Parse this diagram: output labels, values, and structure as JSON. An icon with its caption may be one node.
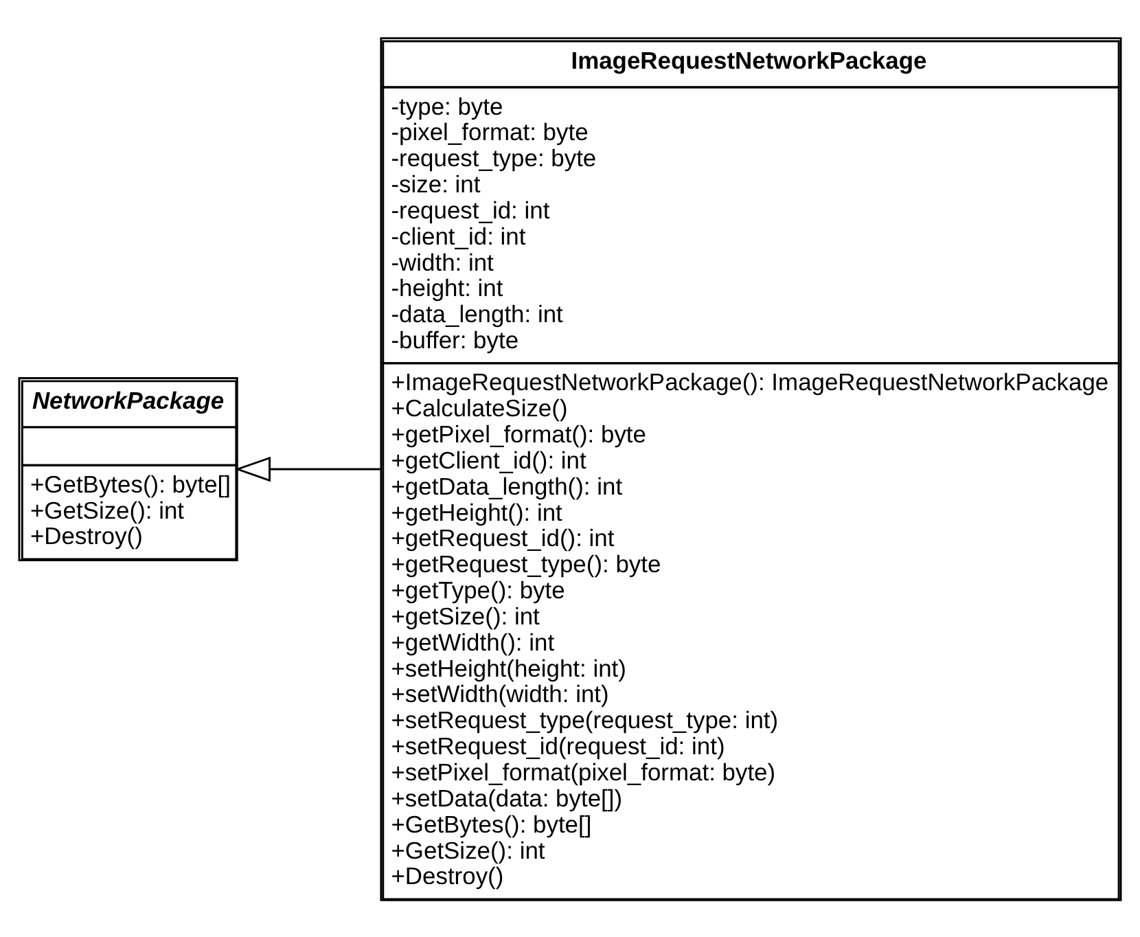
{
  "diagram": {
    "nodes": [
      {
        "text": [
          "NetworkPackage",
          "+GetBytes(): byte[] +GetSize(): int +Destroy()"
        ]
      },
      {
        "text": [
          "ImageRequestNetworkPackage",
          "-type: byte -pixel_format: byte -request_type: byte -size: int -request_id: int -client_id: int -width: int -height: int -data_length: int -buffer: byte",
          "+ImageRequestNetworkPackage(): ImageRequestNetworkPackage +CalculateSize() +getPixel_format(): byte +getClient_id(): int +getData_length(): int +getHeight(): int +getRequest_id(): int +getRequest_type(): byte +getType(): byte +getSize(): int +getWidth(): int +setHeight(height: int) +setWidth(width: int) +setRequest_type(request_type: int) +setRequest_id(request_id: int) +setPixel_format(pixel_format: byte) +setData(data: byte[]) +GetBytes(): byte[] +GetSize(): int +Destroy()"
        ]
      }
    ],
    "edges": [
      {
        "from": 1,
        "to": 0,
        "arrow": "to"
      }
    ]
  }
}
